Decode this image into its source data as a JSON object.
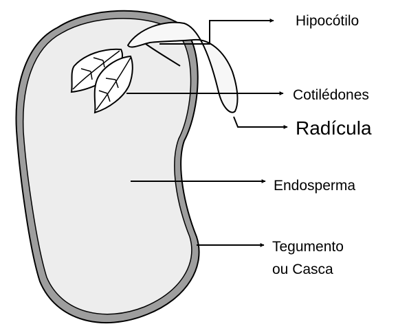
{
  "labels": {
    "hipocotilo": "Hipocótilo",
    "cotiledones": "Cotilédones",
    "radicula": "Radícula",
    "endosperma": "Endosperma",
    "tegumento_line1": "Tegumento",
    "tegumento_line2": "ou Casca"
  },
  "colors": {
    "seed_coat": "#9e9e9e",
    "endosperm": "#ededed",
    "outline": "#000000",
    "embryo": "#f7f7f7"
  }
}
